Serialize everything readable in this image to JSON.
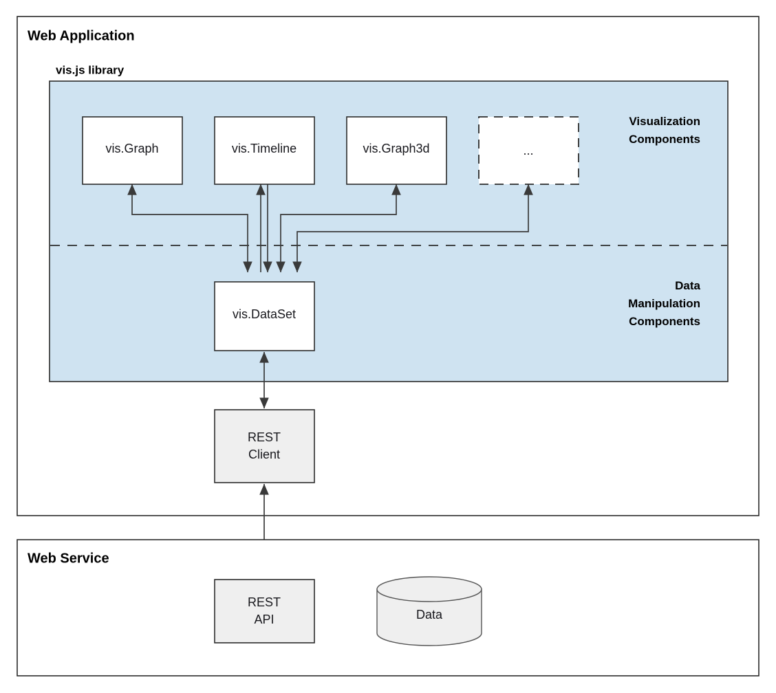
{
  "diagram": {
    "type": "architecture-block-diagram",
    "background": "#ffffff",
    "colors": {
      "library_panel": "#cfe3f1",
      "component_box": "#ffffff",
      "service_box": "#efefef",
      "stroke": "#2b2b2b",
      "connector": "#3a3a3a"
    },
    "frames": [
      {
        "id": "web-application",
        "title": "Web Application"
      },
      {
        "id": "web-service",
        "title": "Web Service"
      }
    ],
    "library": {
      "title": "vis.js library",
      "zones": [
        {
          "id": "visualization",
          "label_line1": "Visualization",
          "label_line2": "Components"
        },
        {
          "id": "data-manipulation",
          "label_line1": "Data",
          "label_line2": "Manipulation",
          "label_line3": "Components"
        }
      ]
    },
    "nodes": {
      "vis_graph": {
        "label": "vis.Graph",
        "style": "solid"
      },
      "vis_timeline": {
        "label": "vis.Timeline",
        "style": "solid"
      },
      "vis_graph3d": {
        "label": "vis.Graph3d",
        "style": "solid"
      },
      "more": {
        "label": "...",
        "style": "dashed"
      },
      "vis_dataset": {
        "label": "vis.DataSet",
        "style": "solid"
      },
      "rest_client": {
        "label_line1": "REST",
        "label_line2": "Client",
        "style": "filled"
      },
      "rest_api": {
        "label_line1": "REST",
        "label_line2": "API",
        "style": "filled"
      },
      "data_store": {
        "label": "Data",
        "style": "cylinder"
      }
    },
    "connections": [
      {
        "from": "vis_dataset",
        "to": "vis_graph",
        "direction": "both"
      },
      {
        "from": "vis_dataset",
        "to": "vis_timeline",
        "direction": "both"
      },
      {
        "from": "vis_dataset",
        "to": "vis_graph3d",
        "direction": "both"
      },
      {
        "from": "vis_dataset",
        "to": "more",
        "direction": "both"
      },
      {
        "from": "vis_dataset",
        "to": "rest_client",
        "direction": "both"
      },
      {
        "from": "rest_client",
        "to": "rest_api",
        "direction": "both"
      },
      {
        "from": "rest_api",
        "to": "data_store",
        "direction": "both"
      }
    ]
  }
}
